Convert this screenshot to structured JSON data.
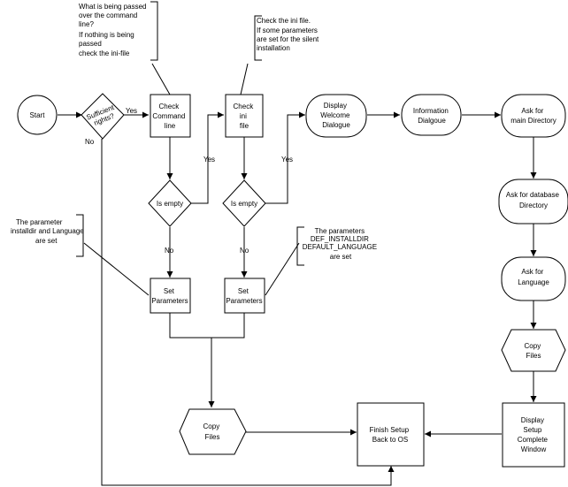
{
  "nodes": {
    "start": "Start",
    "sufficient_rights": [
      "Sufficient",
      "rights?"
    ],
    "check_command_line": [
      "Check",
      "Command",
      "line"
    ],
    "check_ini_file": [
      "Check",
      "ini",
      "file"
    ],
    "display_welcome": [
      "Display",
      "Welcome",
      "Dialogue"
    ],
    "information_dialogue": [
      "Information",
      "Dialgoue"
    ],
    "ask_main_directory": [
      "Ask for",
      "main Directory"
    ],
    "ask_database_directory": [
      "Ask for database",
      "Directory"
    ],
    "ask_language": [
      "Ask for",
      "Language"
    ],
    "copy_files_right": [
      "Copy",
      "Files"
    ],
    "display_setup_complete": [
      "Display",
      "Setup",
      "Complete",
      "Window"
    ],
    "is_empty_1": "Is empty",
    "is_empty_2": "Is empty",
    "set_parameters_1": [
      "Set",
      "Parameters"
    ],
    "set_parameters_2": [
      "Set",
      "Parameters"
    ],
    "copy_files_left": [
      "Copy",
      "Files"
    ],
    "finish_setup": [
      "Finish Setup",
      "Back to OS"
    ]
  },
  "edge_labels": {
    "rights_yes": "Yes",
    "rights_no": "No",
    "empty1_yes": "Yes",
    "empty1_no": "No",
    "empty2_yes": "Yes",
    "empty2_no": "No"
  },
  "annotations": {
    "command_line_note": [
      "What is being passed",
      "over the command",
      "line?",
      "If nothing is being",
      "passed",
      "check the ini-file"
    ],
    "ini_file_note": [
      "Check the ini file.",
      "If some parameters",
      "are set for the silent",
      "installation"
    ],
    "set_params_1_note": [
      "The parameter",
      "installdir and Language",
      "are set"
    ],
    "set_params_2_note": [
      "The parameters",
      "DEF_INSTALLDIR",
      "DEFAULT_LANGUAGE",
      "are set"
    ]
  }
}
